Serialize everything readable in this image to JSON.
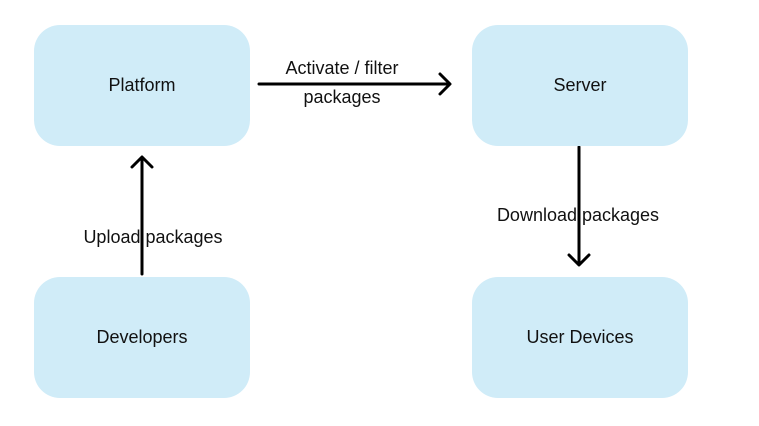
{
  "diagram": {
    "colors": {
      "node_fill": "#d0ecf8",
      "edge_stroke": "#000000",
      "text": "#111111"
    },
    "nodes": {
      "platform": "Platform",
      "server": "Server",
      "developers": "Developers",
      "devices": "User Devices"
    },
    "edges": {
      "activate": "Activate / filter\npackages",
      "upload": "Upload packages",
      "download": "Download packages"
    }
  }
}
